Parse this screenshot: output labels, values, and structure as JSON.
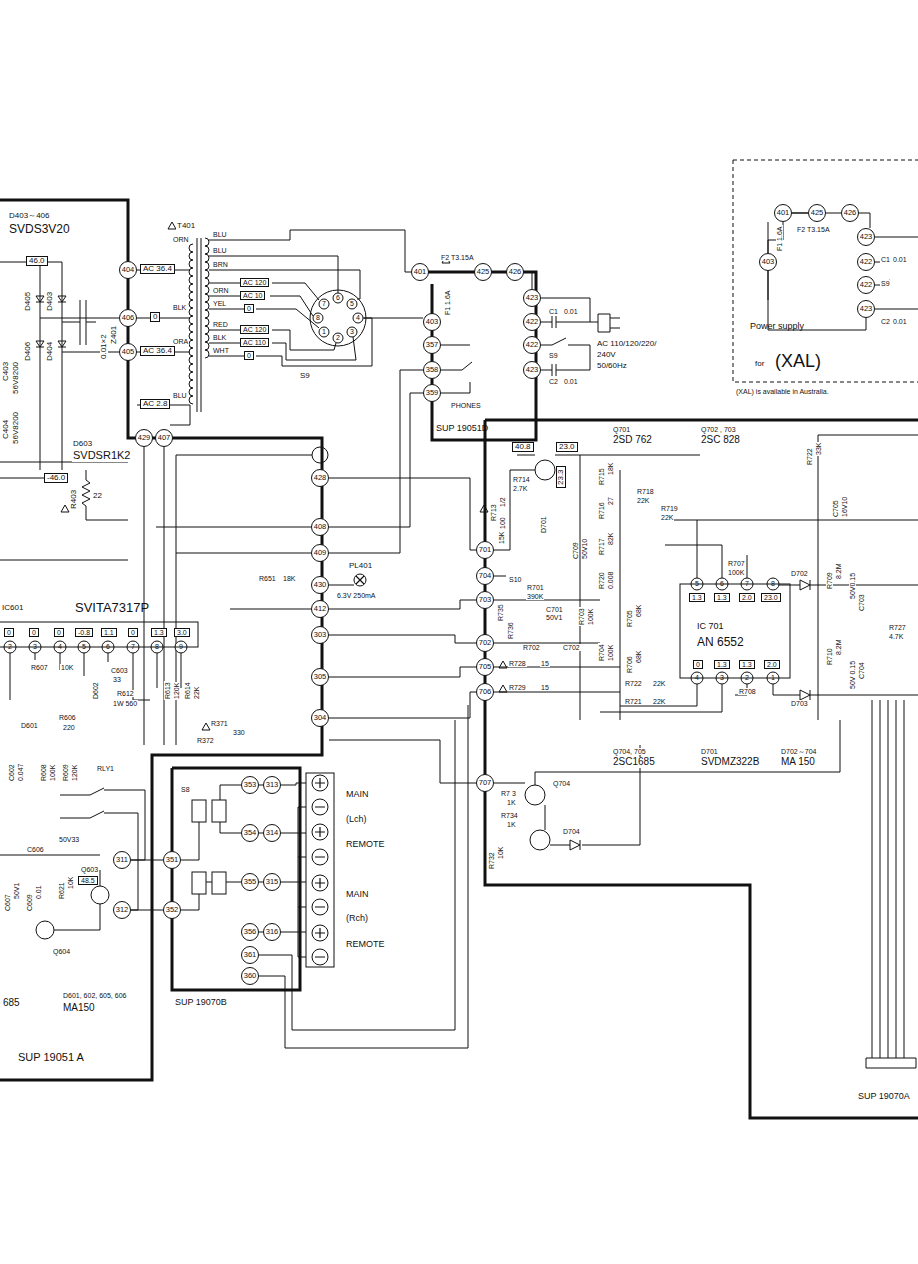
{
  "diagram": {
    "nodes": [
      {
        "text": [
          "SUP 19051 A"
        ]
      },
      {
        "text": [
          "IC601",
          "SVITA7317P"
        ],
        "in": 0
      },
      {
        "text": [
          "404"
        ],
        "in": 0
      },
      {
        "text": [
          "406"
        ],
        "in": 0
      },
      {
        "text": [
          "405"
        ],
        "in": 0
      },
      {
        "text": [
          "429"
        ],
        "in": 0
      },
      {
        "text": [
          "407"
        ],
        "in": 0
      },
      {
        "text": [
          "428"
        ],
        "in": 0
      },
      {
        "text": [
          "408"
        ],
        "in": 0
      },
      {
        "text": [
          "409"
        ],
        "in": 0
      },
      {
        "text": [
          "430"
        ],
        "in": 0
      },
      {
        "text": [
          "412"
        ],
        "in": 0
      },
      {
        "text": [
          "303"
        ],
        "in": 0
      },
      {
        "text": [
          "305"
        ],
        "in": 0
      },
      {
        "text": [
          "304"
        ],
        "in": 0
      },
      {
        "text": [
          "311"
        ],
        "in": 0
      },
      {
        "text": [
          "312"
        ],
        "in": 0
      },
      {
        "text": [
          "S9"
        ]
      },
      {
        "text": [
          "SUP 19051D"
        ]
      },
      {
        "text": [
          "401"
        ],
        "in": 18
      },
      {
        "text": [
          "425"
        ],
        "in": 18
      },
      {
        "text": [
          "426"
        ],
        "in": 18
      },
      {
        "text": [
          "403"
        ],
        "in": 18
      },
      {
        "text": [
          "357"
        ],
        "in": 18
      },
      {
        "text": [
          "358"
        ],
        "in": 18
      },
      {
        "text": [
          "359"
        ],
        "in": 18
      },
      {
        "text": [
          "423"
        ],
        "in": 18
      },
      {
        "text": [
          "422"
        ],
        "in": 18
      },
      {
        "text": [
          "422"
        ],
        "in": 18
      },
      {
        "text": [
          "423"
        ],
        "in": 18
      },
      {
        "text": [
          "Power supply",
          "for",
          "(XAL)"
        ]
      },
      {
        "text": [
          "401"
        ],
        "in": 30
      },
      {
        "text": [
          "425"
        ],
        "in": 30
      },
      {
        "text": [
          "426"
        ],
        "in": 30
      },
      {
        "text": [
          "403"
        ],
        "in": 30
      },
      {
        "text": [
          "423"
        ],
        "in": 30
      },
      {
        "text": [
          "422"
        ],
        "in": 30
      },
      {
        "text": [
          "422"
        ],
        "in": 30
      },
      {
        "text": [
          "423"
        ],
        "in": 30
      },
      {
        "text": [
          "SUP 19070B"
        ]
      },
      {
        "text": [
          "353"
        ],
        "in": 39
      },
      {
        "text": [
          "313"
        ],
        "in": 39
      },
      {
        "text": [
          "354"
        ],
        "in": 39
      },
      {
        "text": [
          "314"
        ],
        "in": 39
      },
      {
        "text": [
          "351"
        ],
        "in": 39
      },
      {
        "text": [
          "355"
        ],
        "in": 39
      },
      {
        "text": [
          "315"
        ],
        "in": 39
      },
      {
        "text": [
          "352"
        ],
        "in": 39
      },
      {
        "text": [
          "356"
        ],
        "in": 39
      },
      {
        "text": [
          "316"
        ],
        "in": 39
      },
      {
        "text": [
          "361"
        ],
        "in": 39
      },
      {
        "text": [
          "360"
        ],
        "in": 39
      },
      {
        "text": [
          "SUP 19070A"
        ]
      },
      {
        "text": [
          "701"
        ],
        "in": 52
      },
      {
        "text": [
          "704"
        ],
        "in": 52
      },
      {
        "text": [
          "703"
        ],
        "in": 52
      },
      {
        "text": [
          "702"
        ],
        "in": 52
      },
      {
        "text": [
          "705"
        ],
        "in": 52
      },
      {
        "text": [
          "706"
        ],
        "in": 52
      },
      {
        "text": [
          "707"
        ],
        "in": 52
      },
      {
        "text": [
          "IC 701",
          "AN 6552"
        ],
        "in": 52
      }
    ],
    "edges": [
      {
        "from": 40,
        "to": 41,
        "arrow": "none"
      },
      {
        "from": 42,
        "to": 43,
        "arrow": "none"
      },
      {
        "from": 45,
        "to": 46,
        "arrow": "none"
      },
      {
        "from": 48,
        "to": 49,
        "arrow": "none"
      },
      {
        "from": 15,
        "to": 44,
        "arrow": "none"
      },
      {
        "from": 16,
        "to": 47,
        "arrow": "none"
      },
      {
        "from": 19,
        "to": 20,
        "arrow": "none"
      },
      {
        "from": 31,
        "to": 32,
        "arrow": "none"
      }
    ],
    "labels": [
      "D403～406",
      "SVDS3V20",
      "46.0",
      "D405",
      "D403",
      "D406",
      "D404",
      "C403",
      "56V8200",
      "C404",
      "56V8200",
      "0.01×2",
      "Z401",
      "-46.0",
      "D603",
      "SVDSR1K2",
      "R403",
      "22",
      "AC 36.4",
      "0",
      "AC 36.4",
      "AC 2.8",
      "T401",
      "ORN",
      "BLK",
      "ORA",
      "BLU",
      "BLU",
      "BLU",
      "BRN",
      "AC 120",
      "ORN",
      "AC 10",
      "YEL",
      "0",
      "RED",
      "AC 120",
      "BLK",
      "AC 110",
      "WHT",
      "0",
      "6",
      "5",
      "4",
      "3",
      "2",
      "1",
      "8",
      "7",
      "F1 1.6A",
      "F2 T3.15A",
      "C1",
      "0.01",
      "S9",
      "C2",
      "0.01",
      "AC 110/120/220/",
      "240V",
      "50/60Hz",
      "PHONES",
      "PL401",
      "6.3V 250mA",
      "R651",
      "18K",
      "0",
      "0",
      "0",
      "-0.8",
      "1.1",
      "0",
      "1.3",
      "3.0",
      "2",
      "3",
      "4",
      "5",
      "6",
      "7",
      "8",
      "9",
      "R607",
      "10K",
      "D602",
      "C603",
      "33",
      "R613",
      "120K",
      "R614",
      "22K",
      "R612",
      "1W 560",
      "D601",
      "R606",
      "220",
      "C602",
      "0.047",
      "R608",
      "100K",
      "R609",
      "120K",
      "RLY1",
      "R371",
      "330",
      "R372",
      "C606",
      "50V33",
      "C607",
      "50V1",
      "C609",
      "0.01",
      "R621",
      "10K",
      "Q603",
      "48.5",
      "Q604",
      "685",
      "D601, 602, 605, 606",
      "MA150",
      "S8",
      "MAIN",
      "(Lch)",
      "REMOTE",
      "MAIN",
      "(Rch)",
      "REMOTE",
      "Q701",
      "2SD 762",
      "Q702 , 703",
      "2SC 828",
      "40.8",
      "23.0",
      "23.3",
      "R715",
      "18K",
      "R714",
      "2.7K",
      "R716",
      "27",
      "R713",
      "1/2",
      "100",
      "D701",
      "C709",
      "50V10",
      "R717",
      "82K",
      "R718",
      "22K",
      "R719",
      "22K",
      "R720",
      "0.008",
      "S10",
      "R701",
      "390K",
      "C701",
      "50V1",
      "R703",
      "100K",
      "15K",
      "R735",
      "R736",
      "R702",
      "C702",
      "R704",
      "100K",
      "R705",
      "68K",
      "R706",
      "68K",
      "R722",
      "22K",
      "R721",
      "22K",
      "R707",
      "100K",
      "D702",
      "R708",
      "D703",
      "R728",
      "15",
      "R729",
      "15",
      "R709",
      "8.2M",
      "R710",
      "8.2M",
      "C703",
      "50V0.15",
      "C704",
      "50V 0.15",
      "C705",
      "16V10",
      "R722",
      "33K",
      "R727",
      "4.7K",
      "Q704, 705",
      "2SC1685",
      "D701",
      "SVDMZ322B",
      "D702～704",
      "MA 150",
      "Q704",
      "R7 3",
      "1K",
      "R734",
      "1K",
      "R732",
      "10K",
      "D704",
      "1.3",
      "1.3",
      "2.0",
      "23.0",
      "0",
      "1.3",
      "1.3",
      "2.0",
      "5",
      "6",
      "7",
      "8",
      "4",
      "3",
      "2",
      "1",
      "F1 1.6A",
      "F2 T3.15A",
      "C1",
      "0.01",
      "S9",
      "C2",
      "0.01",
      "(XAL) is available in Australia."
    ]
  }
}
